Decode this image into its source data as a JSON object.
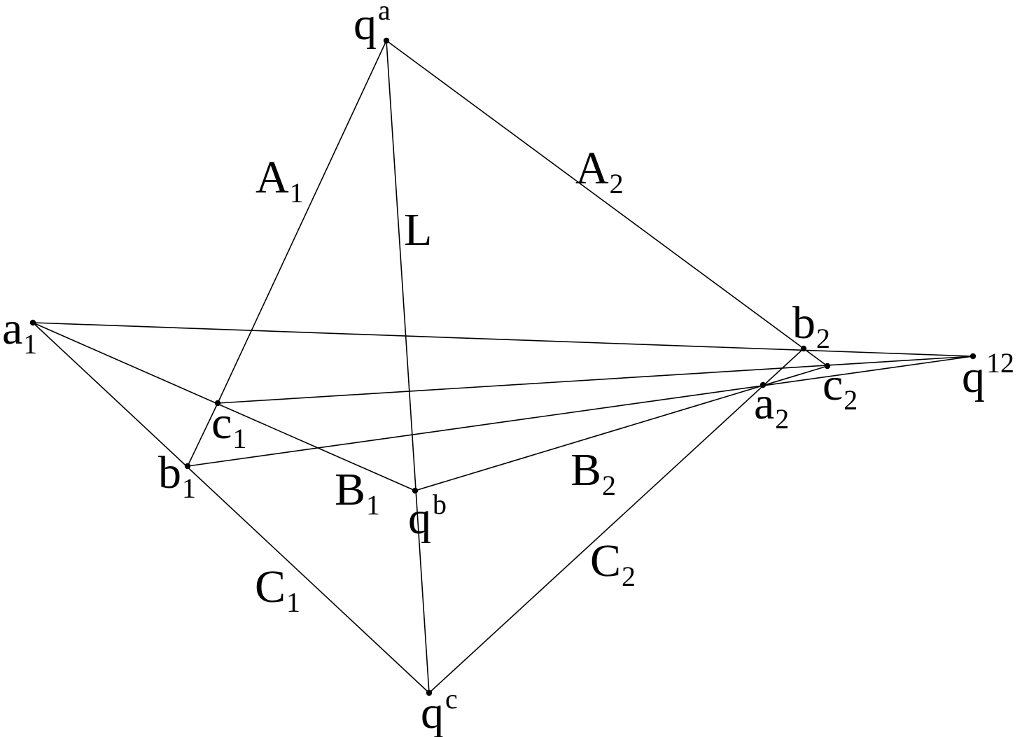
{
  "colors": {
    "ink": "#000000",
    "background": "#ffffff"
  },
  "points": [
    {
      "id": "qa",
      "base": "q",
      "sup": "a",
      "sub": ""
    },
    {
      "id": "qb",
      "base": "q",
      "sup": "b",
      "sub": ""
    },
    {
      "id": "qc",
      "base": "q",
      "sup": "c",
      "sub": ""
    },
    {
      "id": "q12",
      "base": "q",
      "sup": "12",
      "sub": ""
    },
    {
      "id": "a1",
      "base": "a",
      "sup": "",
      "sub": "1"
    },
    {
      "id": "b1",
      "base": "b",
      "sup": "",
      "sub": "1"
    },
    {
      "id": "c1",
      "base": "c",
      "sup": "",
      "sub": "1"
    },
    {
      "id": "a2",
      "base": "a",
      "sup": "",
      "sub": "2"
    },
    {
      "id": "b2",
      "base": "b",
      "sup": "",
      "sub": "2"
    },
    {
      "id": "c2",
      "base": "c",
      "sup": "",
      "sub": "2"
    }
  ],
  "line_labels": [
    {
      "id": "A1",
      "base": "A",
      "sub": "1"
    },
    {
      "id": "A2",
      "base": "A",
      "sub": "2"
    },
    {
      "id": "L",
      "base": "L",
      "sub": ""
    },
    {
      "id": "B1",
      "base": "B",
      "sub": "1"
    },
    {
      "id": "B2",
      "base": "B",
      "sub": "2"
    },
    {
      "id": "C1",
      "base": "C",
      "sub": "1"
    },
    {
      "id": "C2",
      "base": "C",
      "sub": "2"
    }
  ],
  "edges": [
    [
      "qa",
      "c1"
    ],
    [
      "c1",
      "b1"
    ],
    [
      "qa",
      "b2"
    ],
    [
      "b2",
      "c2"
    ],
    [
      "qa",
      "qc"
    ],
    [
      "a1",
      "q12"
    ],
    [
      "a1",
      "qb"
    ],
    [
      "a1",
      "qc"
    ],
    [
      "qb",
      "c2"
    ],
    [
      "c1",
      "q12"
    ],
    [
      "b1",
      "q12"
    ],
    [
      "qc",
      "b2"
    ]
  ]
}
